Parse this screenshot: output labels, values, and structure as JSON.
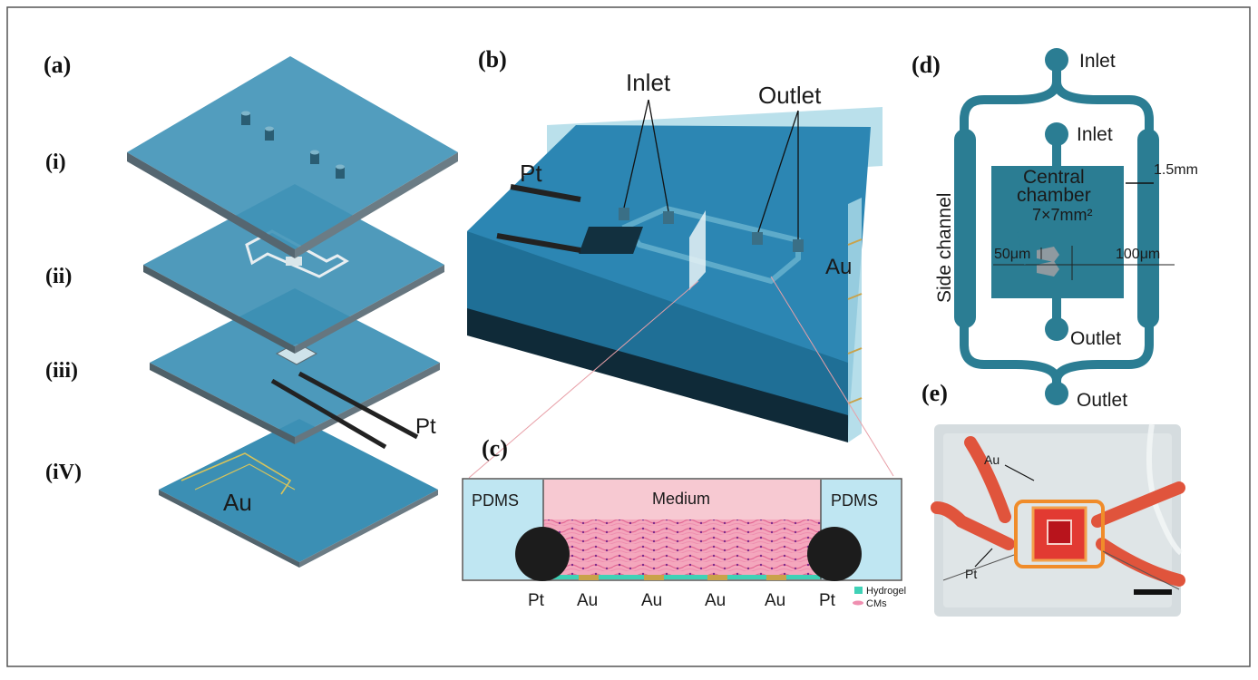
{
  "panels": {
    "a": "(a)",
    "b": "(b)",
    "c": "(c)",
    "d": "(d)",
    "e": "(e)"
  },
  "layers": [
    "(i)",
    "(ii)",
    "(iii)",
    "(iV)"
  ],
  "panel_a": {
    "pt": "Pt",
    "au": "Au"
  },
  "panel_b": {
    "inlet": "Inlet",
    "outlet": "Outlet",
    "pt": "Pt",
    "au": "Au"
  },
  "panel_c": {
    "pdms_left": "PDMS",
    "medium": "Medium",
    "pdms_right": "PDMS",
    "bottom_labels": [
      "Pt",
      "Au",
      "Au",
      "Au",
      "Au",
      "Pt"
    ],
    "legend_hydrogel": "Hydrogel",
    "legend_cms": "CMs"
  },
  "panel_d": {
    "inlet_top": "Inlet",
    "inlet_inner": "Inlet",
    "outlet_inner": "Outlet",
    "outlet_bottom": "Outlet",
    "side_channel": "Side channel",
    "central_1": "Central",
    "central_2": "chamber",
    "size": "7×7mm²",
    "dim_1_5": "1.5mm",
    "dim_50": "50μm",
    "dim_100": "100μm"
  },
  "panel_e": {
    "au": "Au",
    "pt": "Pt"
  },
  "colors": {
    "layer_top": "#3b8fb4",
    "layer_edge": "#5f6f78",
    "chip_blue": "#2c86b3",
    "chip_dark": "#0f2a38",
    "chip_glass": "#a9d8e6",
    "channel": "#2b7d93",
    "pdms": "#bfe6f2",
    "medium": "#f7c9d2",
    "tissue": "#f08fb0",
    "hydrogel": "#3fd1b6",
    "pt": "#1c1c1c",
    "au": "#c9a24a",
    "tube": "#e0543c"
  }
}
